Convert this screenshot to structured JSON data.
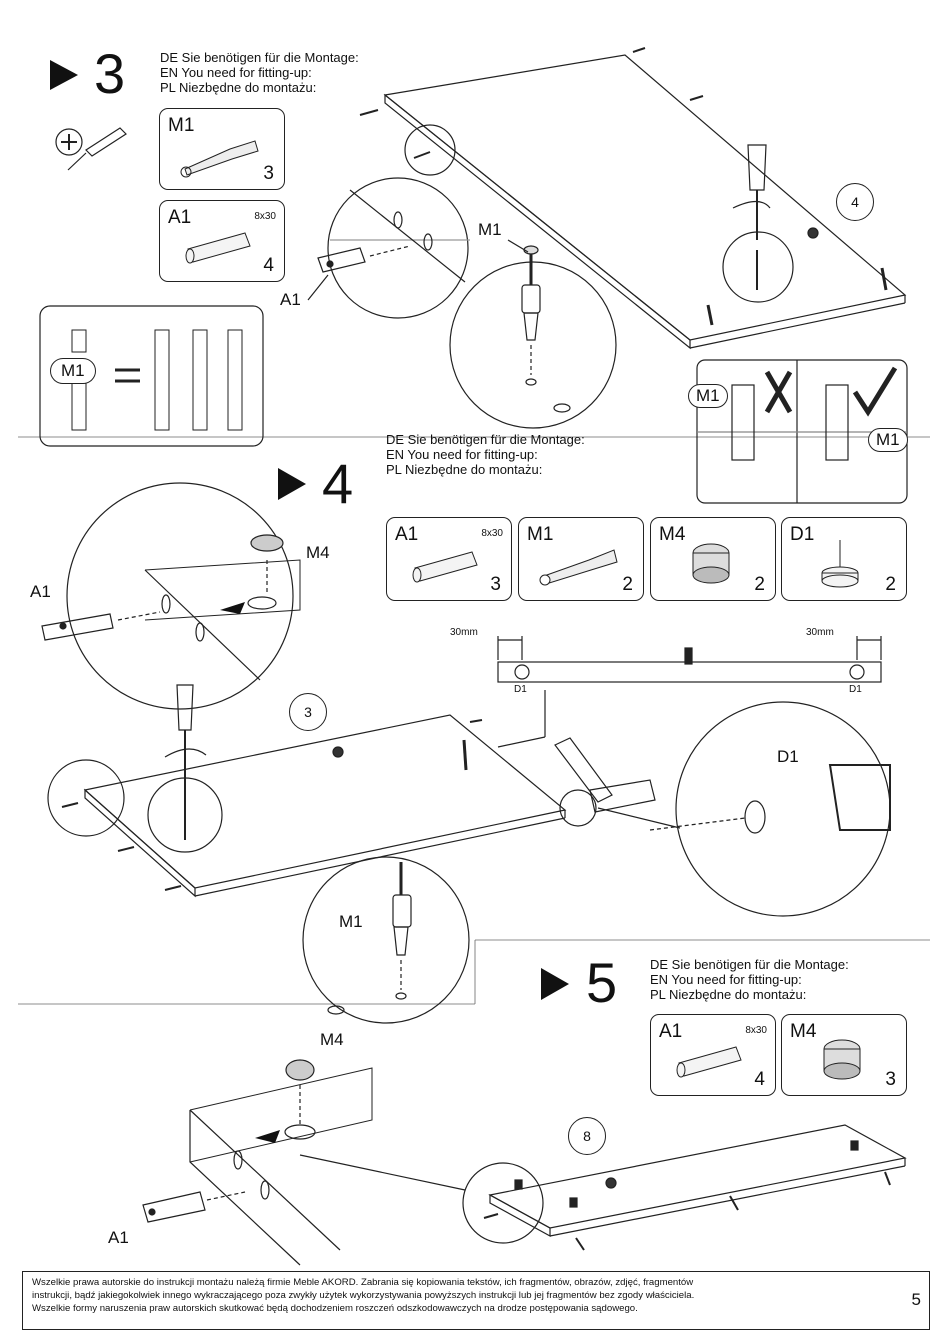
{
  "step3": {
    "number": "3",
    "req_de": "DE Sie benötigen für die Montage:",
    "req_en": "EN You need for fitting-up:",
    "req_pl": "PL Niezbędne do montażu:",
    "parts": [
      {
        "code": "M1",
        "size": "",
        "qty": "3"
      },
      {
        "code": "A1",
        "size": "8x30",
        "qty": "4"
      }
    ],
    "callout_m1": "M1",
    "callout_a1": "A1",
    "panel_bubble": "4",
    "equiv_label": "M1",
    "correct_label_wrong": "M1",
    "correct_label_right": "M1"
  },
  "step4": {
    "number": "4",
    "req_de": "DE Sie benötigen für die Montage:",
    "req_en": "EN You need for fitting-up:",
    "req_pl": "PL Niezbędne do montażu:",
    "parts": [
      {
        "code": "A1",
        "size": "8x30",
        "qty": "3"
      },
      {
        "code": "M1",
        "size": "",
        "qty": "2"
      },
      {
        "code": "M4",
        "size": "",
        "qty": "2"
      },
      {
        "code": "D1",
        "size": "",
        "qty": "2"
      }
    ],
    "callout_m4": "M4",
    "callout_a1": "A1",
    "callout_m1": "M1",
    "callout_d1": "D1",
    "dim_left": "30mm",
    "dim_right": "30mm",
    "d1_left": "D1",
    "d1_right": "D1",
    "panel_bubble": "3"
  },
  "step5": {
    "number": "5",
    "req_de": "DE Sie benötigen für die Montage:",
    "req_en": "EN You need for fitting-up:",
    "req_pl": "PL Niezbędne do montażu:",
    "parts": [
      {
        "code": "A1",
        "size": "8x30",
        "qty": "4"
      },
      {
        "code": "M4",
        "size": "",
        "qty": "3"
      }
    ],
    "callout_m4": "M4",
    "callout_a1": "A1",
    "panel_bubble": "8"
  },
  "footer": {
    "line1": "Wszelkie prawa autorskie do instrukcji montażu należą firmie Meble AKORD. Zabrania się kopiowania tekstów, ich fragmentów, obrazów, zdjęć, fragmentów",
    "line2": "instrukcji, bądź jakiegokolwiek innego wykraczającego poza zwykły użytek wykorzystywania powyższych instrukcji lub jej fragmentów bez zgody właściciela.",
    "line3": "Wszelkie formy naruszenia praw autorskich skutkować będą dochodzeniem roszczeń odszkodowawczych na drodze postępowania sądowego.",
    "page_number": "5"
  }
}
